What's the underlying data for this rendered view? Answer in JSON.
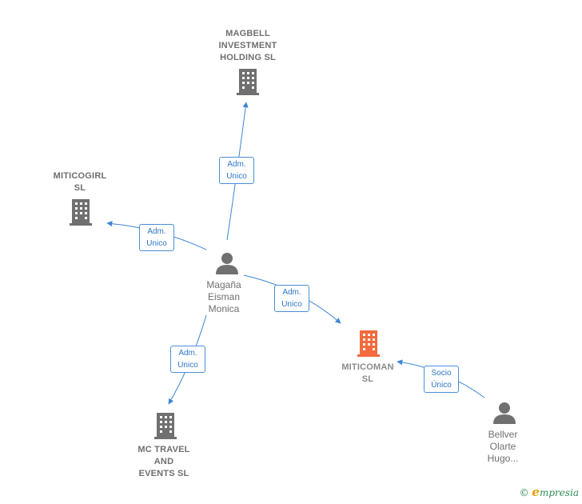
{
  "nodes": {
    "magbell": {
      "label": "MAGBELL\nINVESTMENT\nHOLDING  SL",
      "kind": "company"
    },
    "miticogirl": {
      "label": "MITICOGIRL\nSL",
      "kind": "company"
    },
    "mctravel": {
      "label": "MC TRAVEL\nAND\nEVENTS  SL",
      "kind": "company"
    },
    "miticoman": {
      "label": "MITICOMAN\nSL",
      "kind": "company-focus"
    },
    "magana": {
      "label": "Magaña\nEisman\nMonica",
      "kind": "person"
    },
    "bellver": {
      "label": "Bellver\nOlarte\nHugo...",
      "kind": "person"
    }
  },
  "edges": [
    {
      "from": "magana",
      "to": "magbell",
      "label": "Adm.\nUnico"
    },
    {
      "from": "magana",
      "to": "miticogirl",
      "label": "Adm.\nUnico"
    },
    {
      "from": "magana",
      "to": "miticoman",
      "label": "Adm.\nUnico"
    },
    {
      "from": "magana",
      "to": "mctravel",
      "label": "Adm.\nUnico"
    },
    {
      "from": "bellver",
      "to": "miticoman",
      "label": "Socio\nÚnico"
    }
  ],
  "colors": {
    "edge": "#3d86d6",
    "company_icon": "#707070",
    "focus_icon": "#f26a3d",
    "person_icon": "#707070"
  },
  "watermark": {
    "copyright": "©",
    "brand_initial": "e",
    "brand_rest": "mpresia"
  }
}
